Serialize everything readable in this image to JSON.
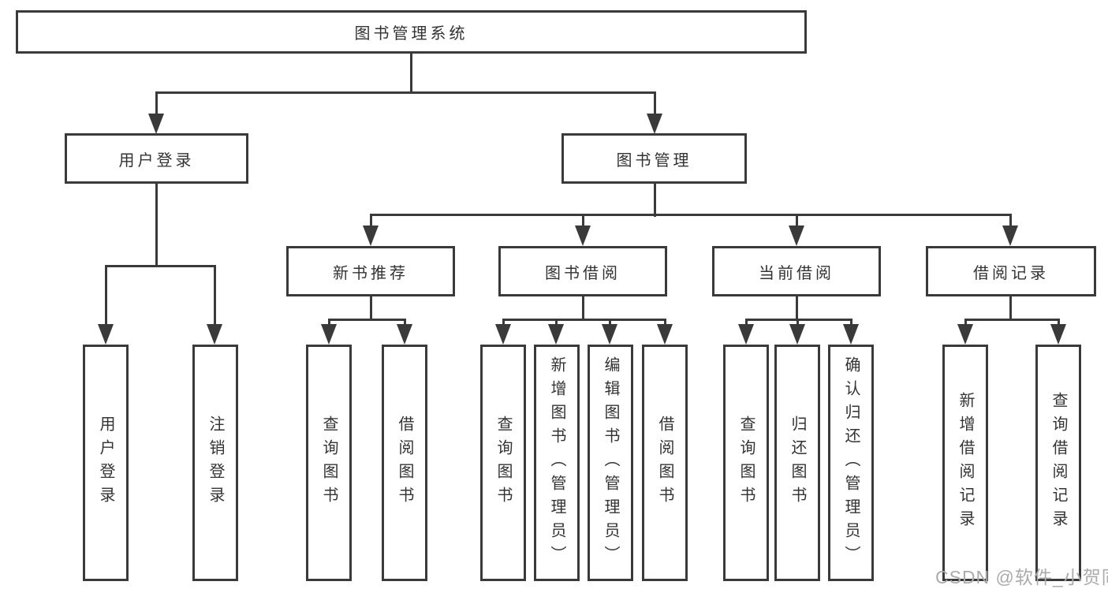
{
  "diagram": {
    "title": "图书管理系统",
    "level2": {
      "user_login": "用户登录",
      "book_mgmt": "图书管理"
    },
    "level3": {
      "new_books": "新书推荐",
      "book_borrow": "图书借阅",
      "current_borrow": "当前借阅",
      "borrow_records": "借阅记录"
    },
    "leaves": {
      "user_login": [
        "用户登录",
        "注销登录"
      ],
      "new_books": [
        "查询图书",
        "借阅图书"
      ],
      "book_borrow": [
        "查询图书",
        "新增图书（管理员）",
        "编辑图书（管理员）",
        "借阅图书"
      ],
      "current_borrow": [
        "查询图书",
        "归还图书",
        "确认归还（管理员）"
      ],
      "borrow_records": [
        "新增借阅记录",
        "查询借阅记录"
      ]
    },
    "colors": {
      "line": "#3a3a3a",
      "text": "#333333",
      "background": "#ffffff",
      "watermark": "#ababab"
    },
    "watermark": "CSDN @软件_小贺同学"
  }
}
